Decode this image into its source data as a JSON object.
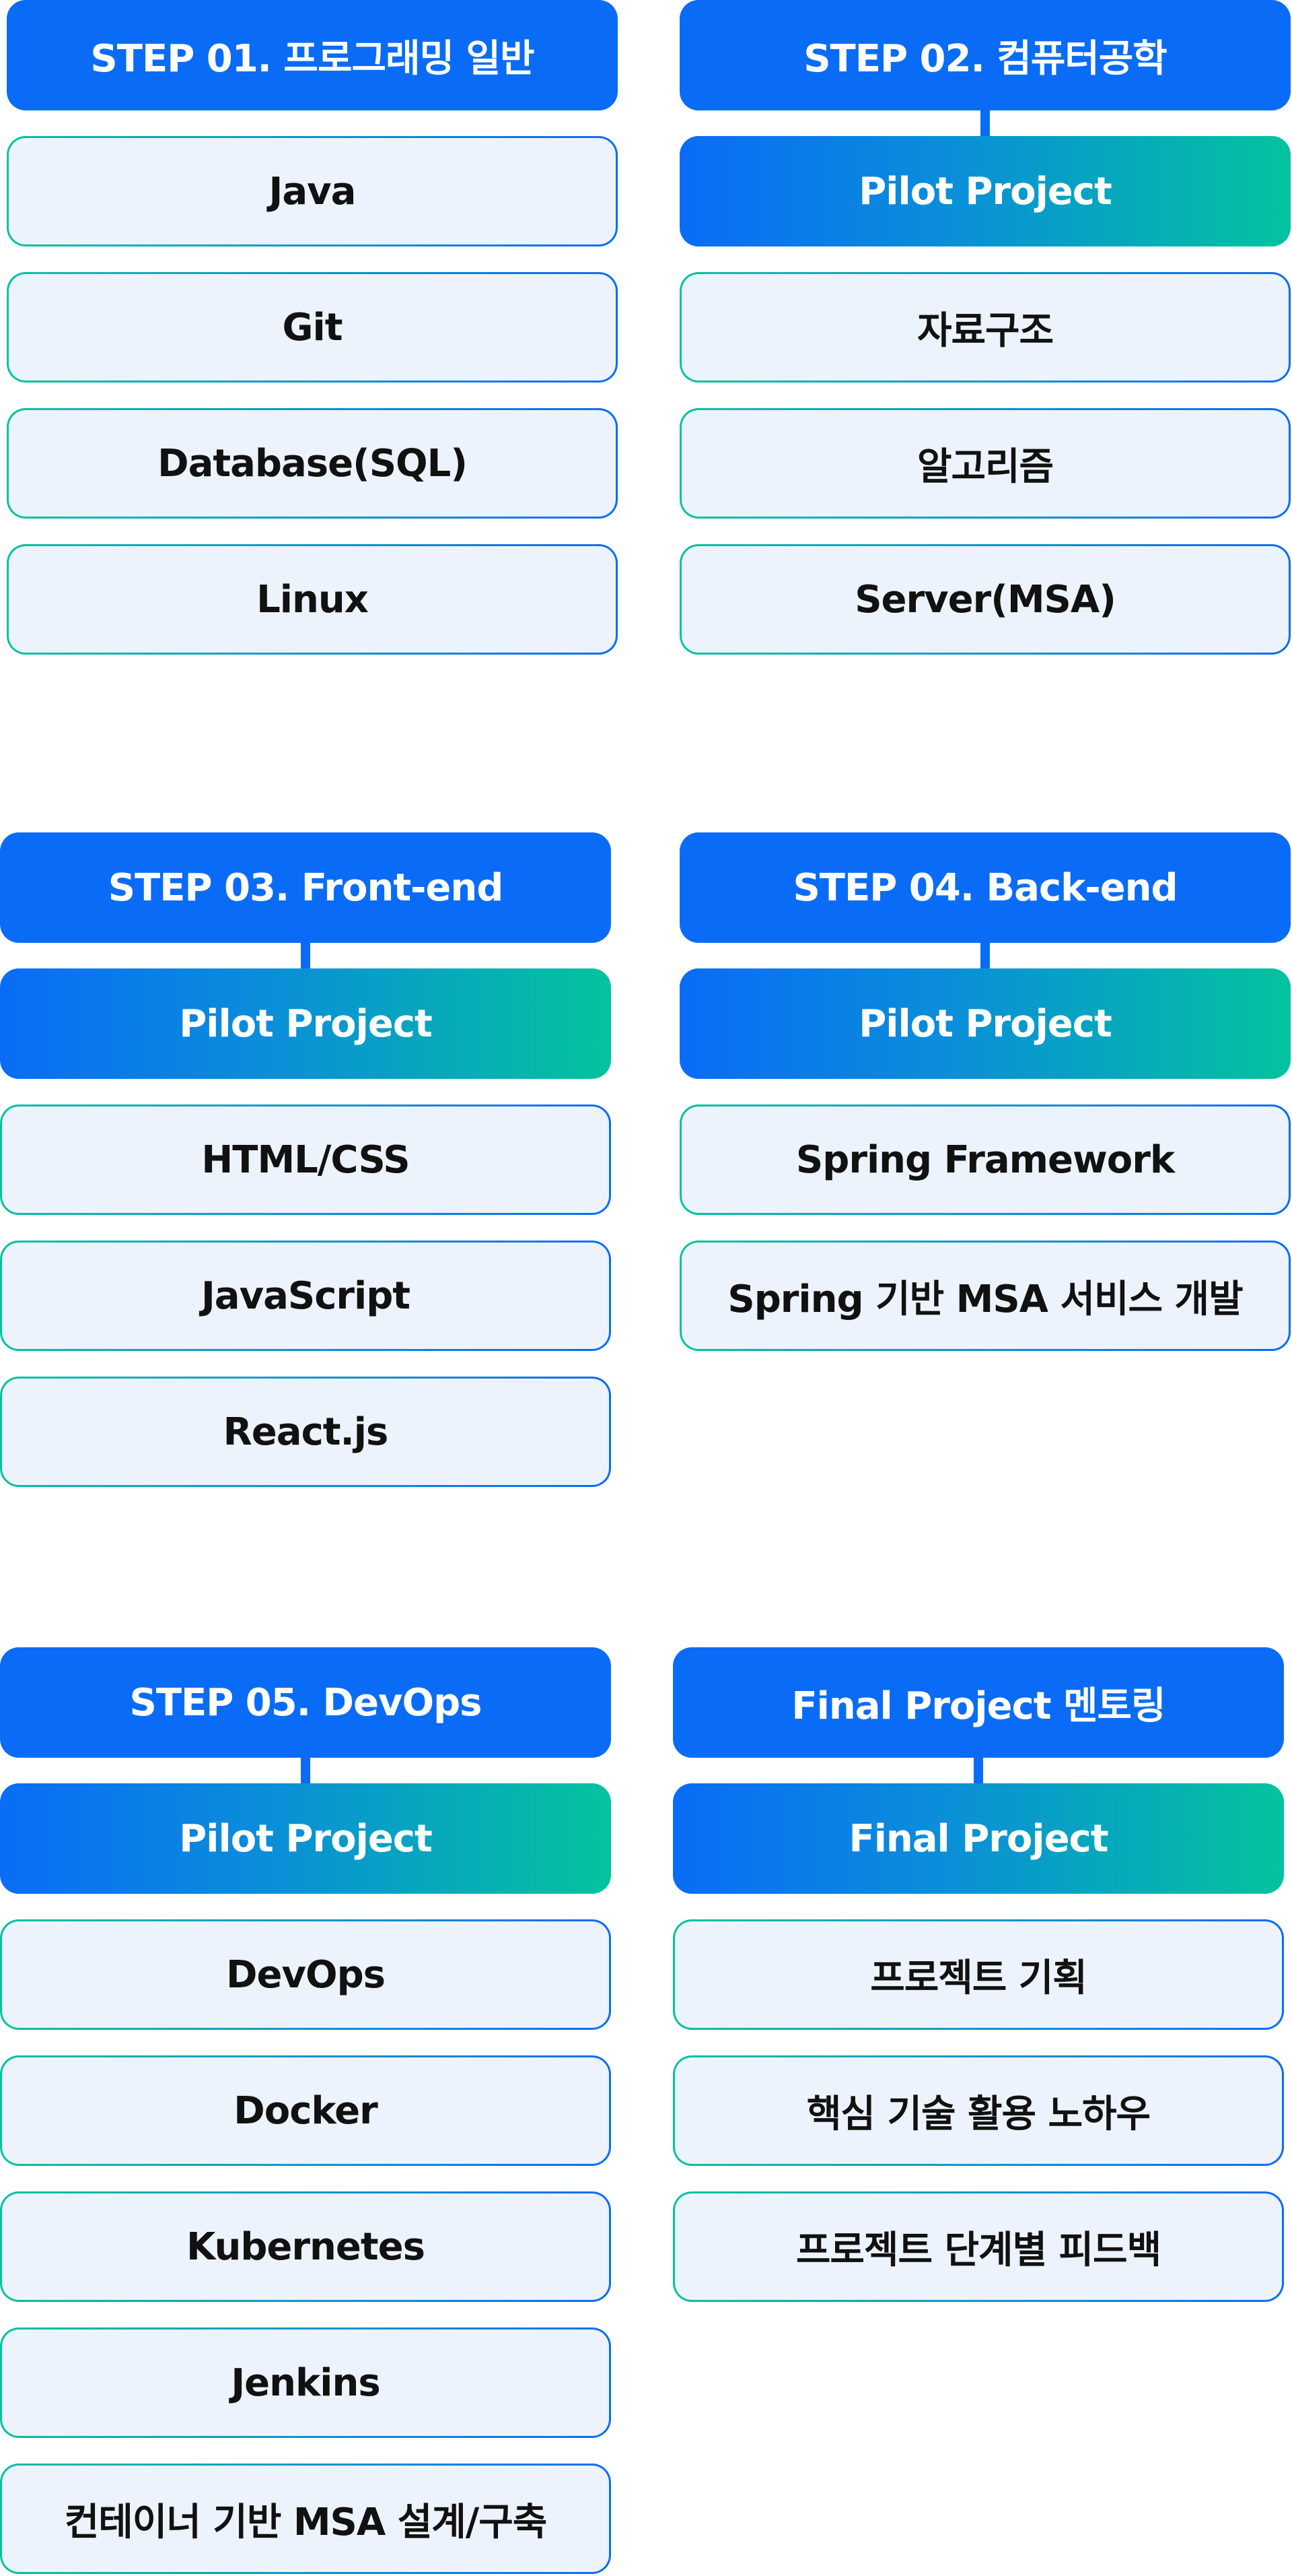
{
  "steps": [
    {
      "title": "STEP 01. 프로그래밍 일반",
      "pilot": null,
      "items": [
        "Java",
        "Git",
        "Database(SQL)",
        "Linux"
      ]
    },
    {
      "title": "STEP 02. 컴퓨터공학",
      "pilot": "Pilot Project",
      "items": [
        "자료구조",
        "알고리즘",
        "Server(MSA)"
      ]
    },
    {
      "title": "STEP 03. Front-end",
      "pilot": "Pilot Project",
      "items": [
        "HTML/CSS",
        "JavaScript",
        "React.js"
      ]
    },
    {
      "title": "STEP 04. Back-end",
      "pilot": "Pilot Project",
      "items": [
        "Spring Framework",
        "Spring 기반 MSA 서비스 개발"
      ]
    },
    {
      "title": "STEP 05. DevOps",
      "pilot": "Pilot Project",
      "items": [
        "DevOps",
        "Docker",
        "Kubernetes",
        "Jenkins",
        "컨테이너 기반 MSA 설계/구축"
      ]
    },
    {
      "title": "Final Project 멘토링",
      "pilot": "Final Project",
      "items": [
        "프로젝트 기획",
        "핵심 기술 활용 노하우",
        "프로젝트 단계별 피드백"
      ]
    }
  ],
  "colors": {
    "primary_blue": "#0a6cf6",
    "gradient_green": "#03c39e",
    "item_background": "#edf3fc",
    "item_text": "#111111"
  }
}
